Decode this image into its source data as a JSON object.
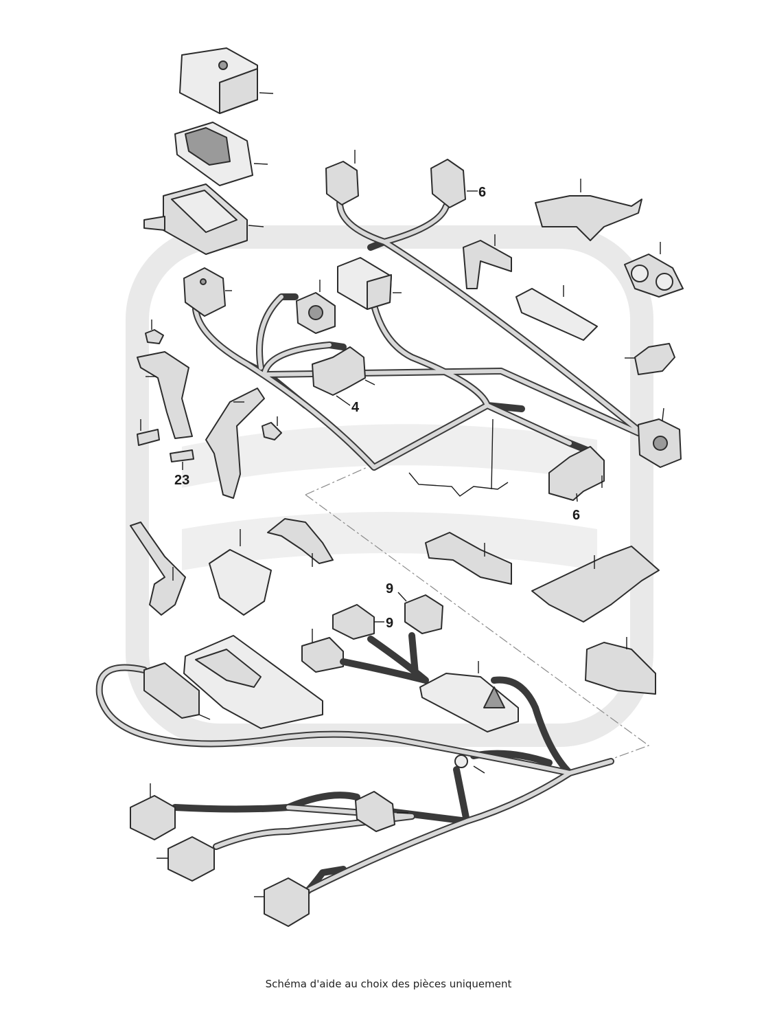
{
  "callouts": {
    "c6_top": "6",
    "c4": "4",
    "c23": "23",
    "c6_bottom": "6",
    "c9_top": "9",
    "c9_side": "9"
  },
  "caption": "Schéma d'aide au choix des pièces uniquement"
}
